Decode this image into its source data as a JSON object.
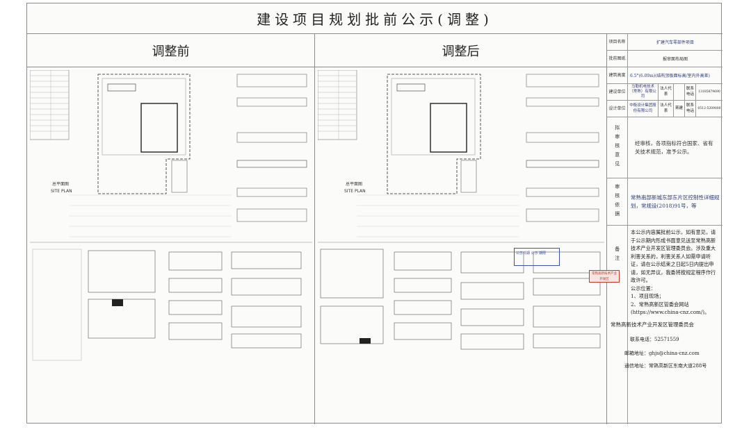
{
  "title": "建设项目规划批前公示(调整)",
  "panels": {
    "before": {
      "label": "调整前",
      "plan_title": "总平面图",
      "plan_subtitle": "SITE PLAN"
    },
    "after": {
      "label": "调整后",
      "plan_title": "总平面图",
      "plan_subtitle": "SITE PLAN"
    }
  },
  "info_table": {
    "project_name": {
      "label": "项目名称",
      "value": "扩建汽车零部件项目"
    },
    "drawing_name": {
      "label": "批前图纸",
      "value": "报审面布局图"
    },
    "building_height": {
      "label": "建筑高度",
      "value": "6.5°(6.09m)(结构顶板面标高/室内外高差)"
    },
    "developer": {
      "label": "建设单位",
      "name": "马勒机电技术（常熟）有限公司",
      "rep_label": "法人代表",
      "contact_label": "联系电话",
      "phone": "13185879690"
    },
    "designer": {
      "label": "设计单位",
      "name": "中衡设计集团股份有限公司",
      "rep_label": "法人代表",
      "rep": "蒋建",
      "contact_label": "联系电话",
      "phone": "0512-5209000"
    },
    "opinion": {
      "label": "拟审核意见",
      "text": "经审核，各项指标符合国家、省有关技术规范，准予公示。"
    },
    "basis": {
      "label": "审核依据",
      "text": "常熟南部新城东部东片区控制性详细规划，常规设(2018)91号，等"
    },
    "remarks": {
      "label": "备注"
    }
  },
  "notice": {
    "body": "本公示内容属批前公示，如有意见，请于公示期内形成书面意见送至常熟高新技术产业开发区管理委员会。涉及重大利害关系的，利害关系人如需申请听证，请在公示结束之日起5日内提出申请，如无异议，我委将按规定程序作行政许可。",
    "location_title": "公示位置：",
    "location_1": "1、项目现场；",
    "location_2": "2、常熟高新区管委会网站",
    "url": "(https://www.china-cnz.com/)。"
  },
  "footer": {
    "org": "常熟高新技术产业开发区管理委员会",
    "phone": "联系电话：52571559",
    "email": "邮箱地址：ghjs@china-cnz.com",
    "address": "通信地址：常熟高新区东南大道288号"
  },
  "stamps": {
    "public_notice": "公示日期 公示 期限",
    "seal_text": "常熟高新技术产业开发区"
  }
}
